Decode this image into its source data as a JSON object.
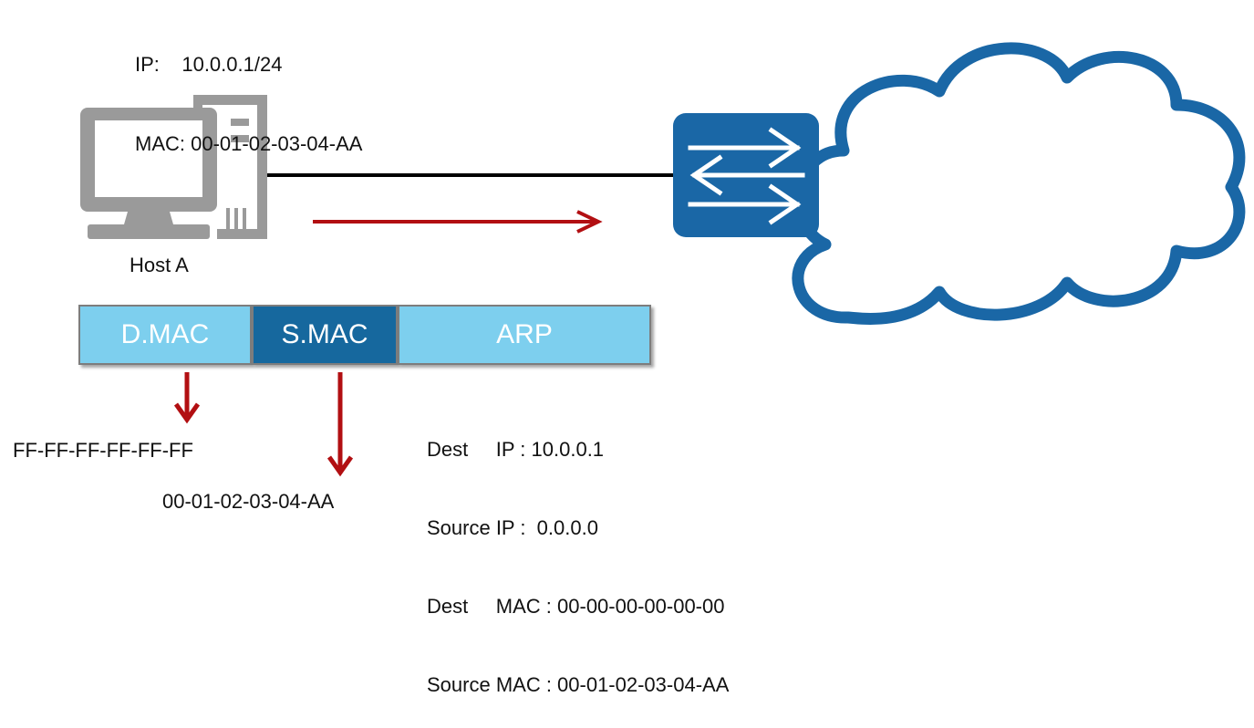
{
  "host": {
    "ip_line": "IP:    10.0.0.1/24",
    "mac_line": "MAC: 00-01-02-03-04-AA",
    "label": "Host A"
  },
  "frame": {
    "dmac_label": "D.MAC",
    "smac_label": "S.MAC",
    "arp_label": "ARP",
    "dmac_value": "FF-FF-FF-FF-FF-FF",
    "smac_value": "00-01-02-03-04-AA"
  },
  "arp": {
    "dest_ip": "Dest     IP : 10.0.0.1",
    "source_ip": "Source IP :  0.0.0.0",
    "dest_mac": "Dest     MAC : 00-00-00-00-00-00",
    "source_mac": "Source MAC : 00-01-02-03-04-AA"
  },
  "colors": {
    "switch_blue": "#1a67a6",
    "cloud_blue": "#1a67a6",
    "arrow_red": "#b20f12",
    "field_light": "#7dcfee",
    "field_dark": "#16689e",
    "computer_gray": "#9a9a9a"
  },
  "icons": [
    "computer-icon",
    "switch-icon",
    "cloud-icon"
  ]
}
